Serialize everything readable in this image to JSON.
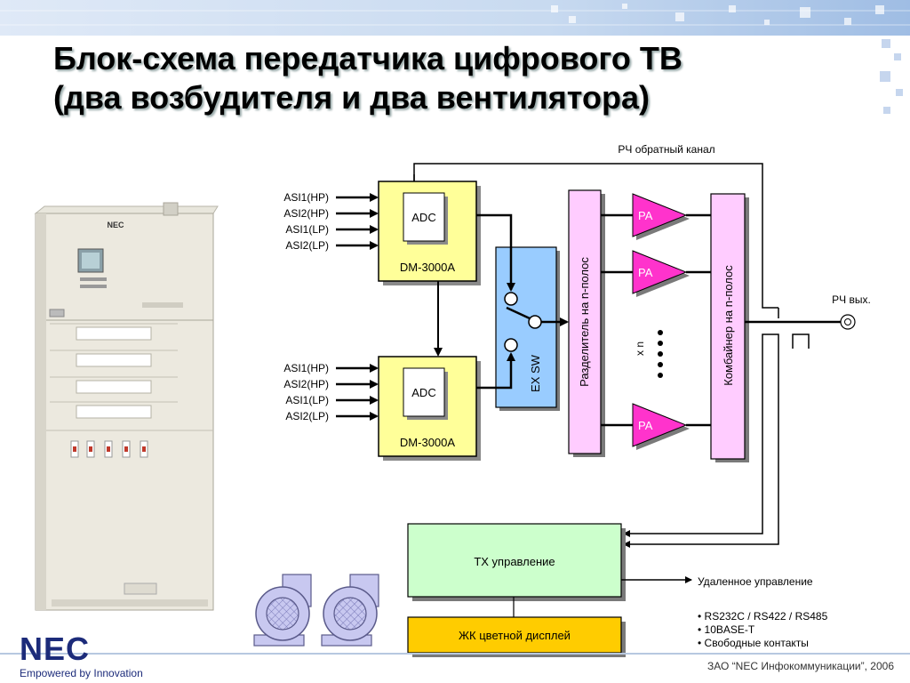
{
  "title": {
    "line1": "Блок-схема передатчика цифрового ТВ",
    "line2": "(два возбудителя и два вентилятора)"
  },
  "cabinet": {
    "brand": "NEC"
  },
  "exciter_inputs": {
    "top": [
      "ASI1(HP)",
      "ASI2(HP)",
      "ASI1(LP)",
      "ASI2(LP)"
    ],
    "bottom": [
      "ASI1(HP)",
      "ASI2(HP)",
      "ASI1(LP)",
      "ASI2(LP)"
    ]
  },
  "exciter1": {
    "adc": "ADC",
    "model": "DM-3000A"
  },
  "exciter2": {
    "adc": "ADC",
    "model": "DM-3000A"
  },
  "ex_sw": "EX SW",
  "splitter": "Разделитель на n-полос",
  "combiner": "Комбайнер на n-полос",
  "pa_labels": [
    "PA",
    "PA",
    "PA"
  ],
  "multiplier": "x n",
  "rf_feedback": "РЧ обратный канал",
  "rf_out": "РЧ вых.",
  "tx_control": "TX управление",
  "display": "ЖК цветной дисплей",
  "remote_control": "Удаленное управление",
  "interfaces": [
    "• RS232C / RS422 / RS485",
    "• 10BASE-T",
    "• Свободные контакты"
  ],
  "footer": {
    "logo": "NEC",
    "tagline": "Empowered by Innovation",
    "copyright": "ЗАО “NEC Инфокоммуникации”, 2006"
  },
  "colors": {
    "exciter_fill": "#ffff99",
    "exsw_fill": "#99ccff",
    "splitter_fill": "#ffccff",
    "pa_fill": "#ff33cc",
    "control_fill": "#ccffcc",
    "display_fill": "#ffcc00",
    "logo": "#1c2b7a"
  }
}
